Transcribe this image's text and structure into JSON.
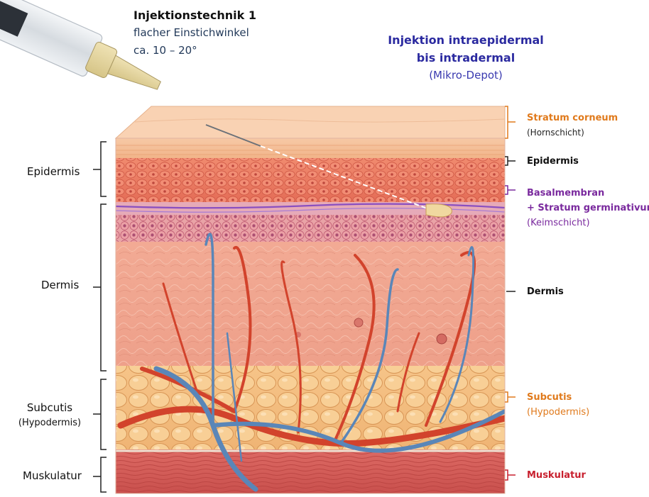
{
  "header": {
    "title": "Injektionstechnik 1",
    "subtitle_line1": "flacher Einstichwinkel",
    "subtitle_line2": "ca. 10 – 20°"
  },
  "injection": {
    "line1": "Injektion intraepidermal",
    "line2": "bis intradermal",
    "line3": "(Mikro-Depot)"
  },
  "left_labels": {
    "epidermis": "Epidermis",
    "dermis": "Dermis",
    "subcutis": "Subcutis",
    "subcutis_sub": "(Hypodermis)",
    "muskulatur": "Muskulatur"
  },
  "right_labels": {
    "stratum_corneum": "Stratum corneum",
    "stratum_corneum_sub": "(Hornschicht)",
    "epidermis": "Epidermis",
    "basalmembran": "Basalmembran",
    "germinativum": "+ Stratum germinativum",
    "germinativum_sub": "(Keimschicht)",
    "dermis": "Dermis",
    "subcutis": "Subcutis",
    "subcutis_sub": "(Hypodermis)",
    "muskulatur": "Muskulatur"
  },
  "colors": {
    "orange_label": "#e07a1c",
    "purple_label": "#7a2a9e",
    "red_label": "#c8202e",
    "blue_title": "#2b2aa0"
  }
}
